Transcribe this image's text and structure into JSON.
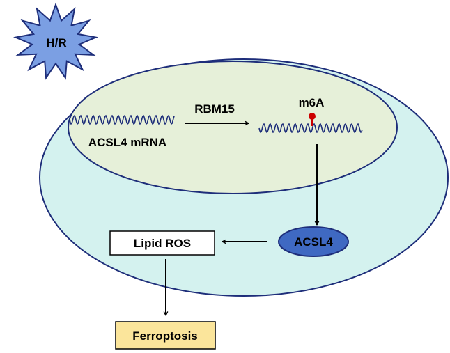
{
  "stimulus": {
    "label": "H/R"
  },
  "mrna": {
    "label": "ACSL4 mRNA"
  },
  "writer": {
    "label": "RBM15"
  },
  "modification": {
    "label": "m6A"
  },
  "protein": {
    "label": "ACSL4"
  },
  "lipid": {
    "label": "Lipid ROS"
  },
  "outcome": {
    "label": "Ferroptosis"
  },
  "colors": {
    "cell_fill": "#d4f2ef",
    "nucleus_fill": "#e6f0d9",
    "outline": "#1e2e7a",
    "star_fill": "#7b9fe3",
    "protein_fill": "#3f69c2",
    "outcome_fill": "#fbe59b",
    "m6a_mark": "#cc0000"
  }
}
